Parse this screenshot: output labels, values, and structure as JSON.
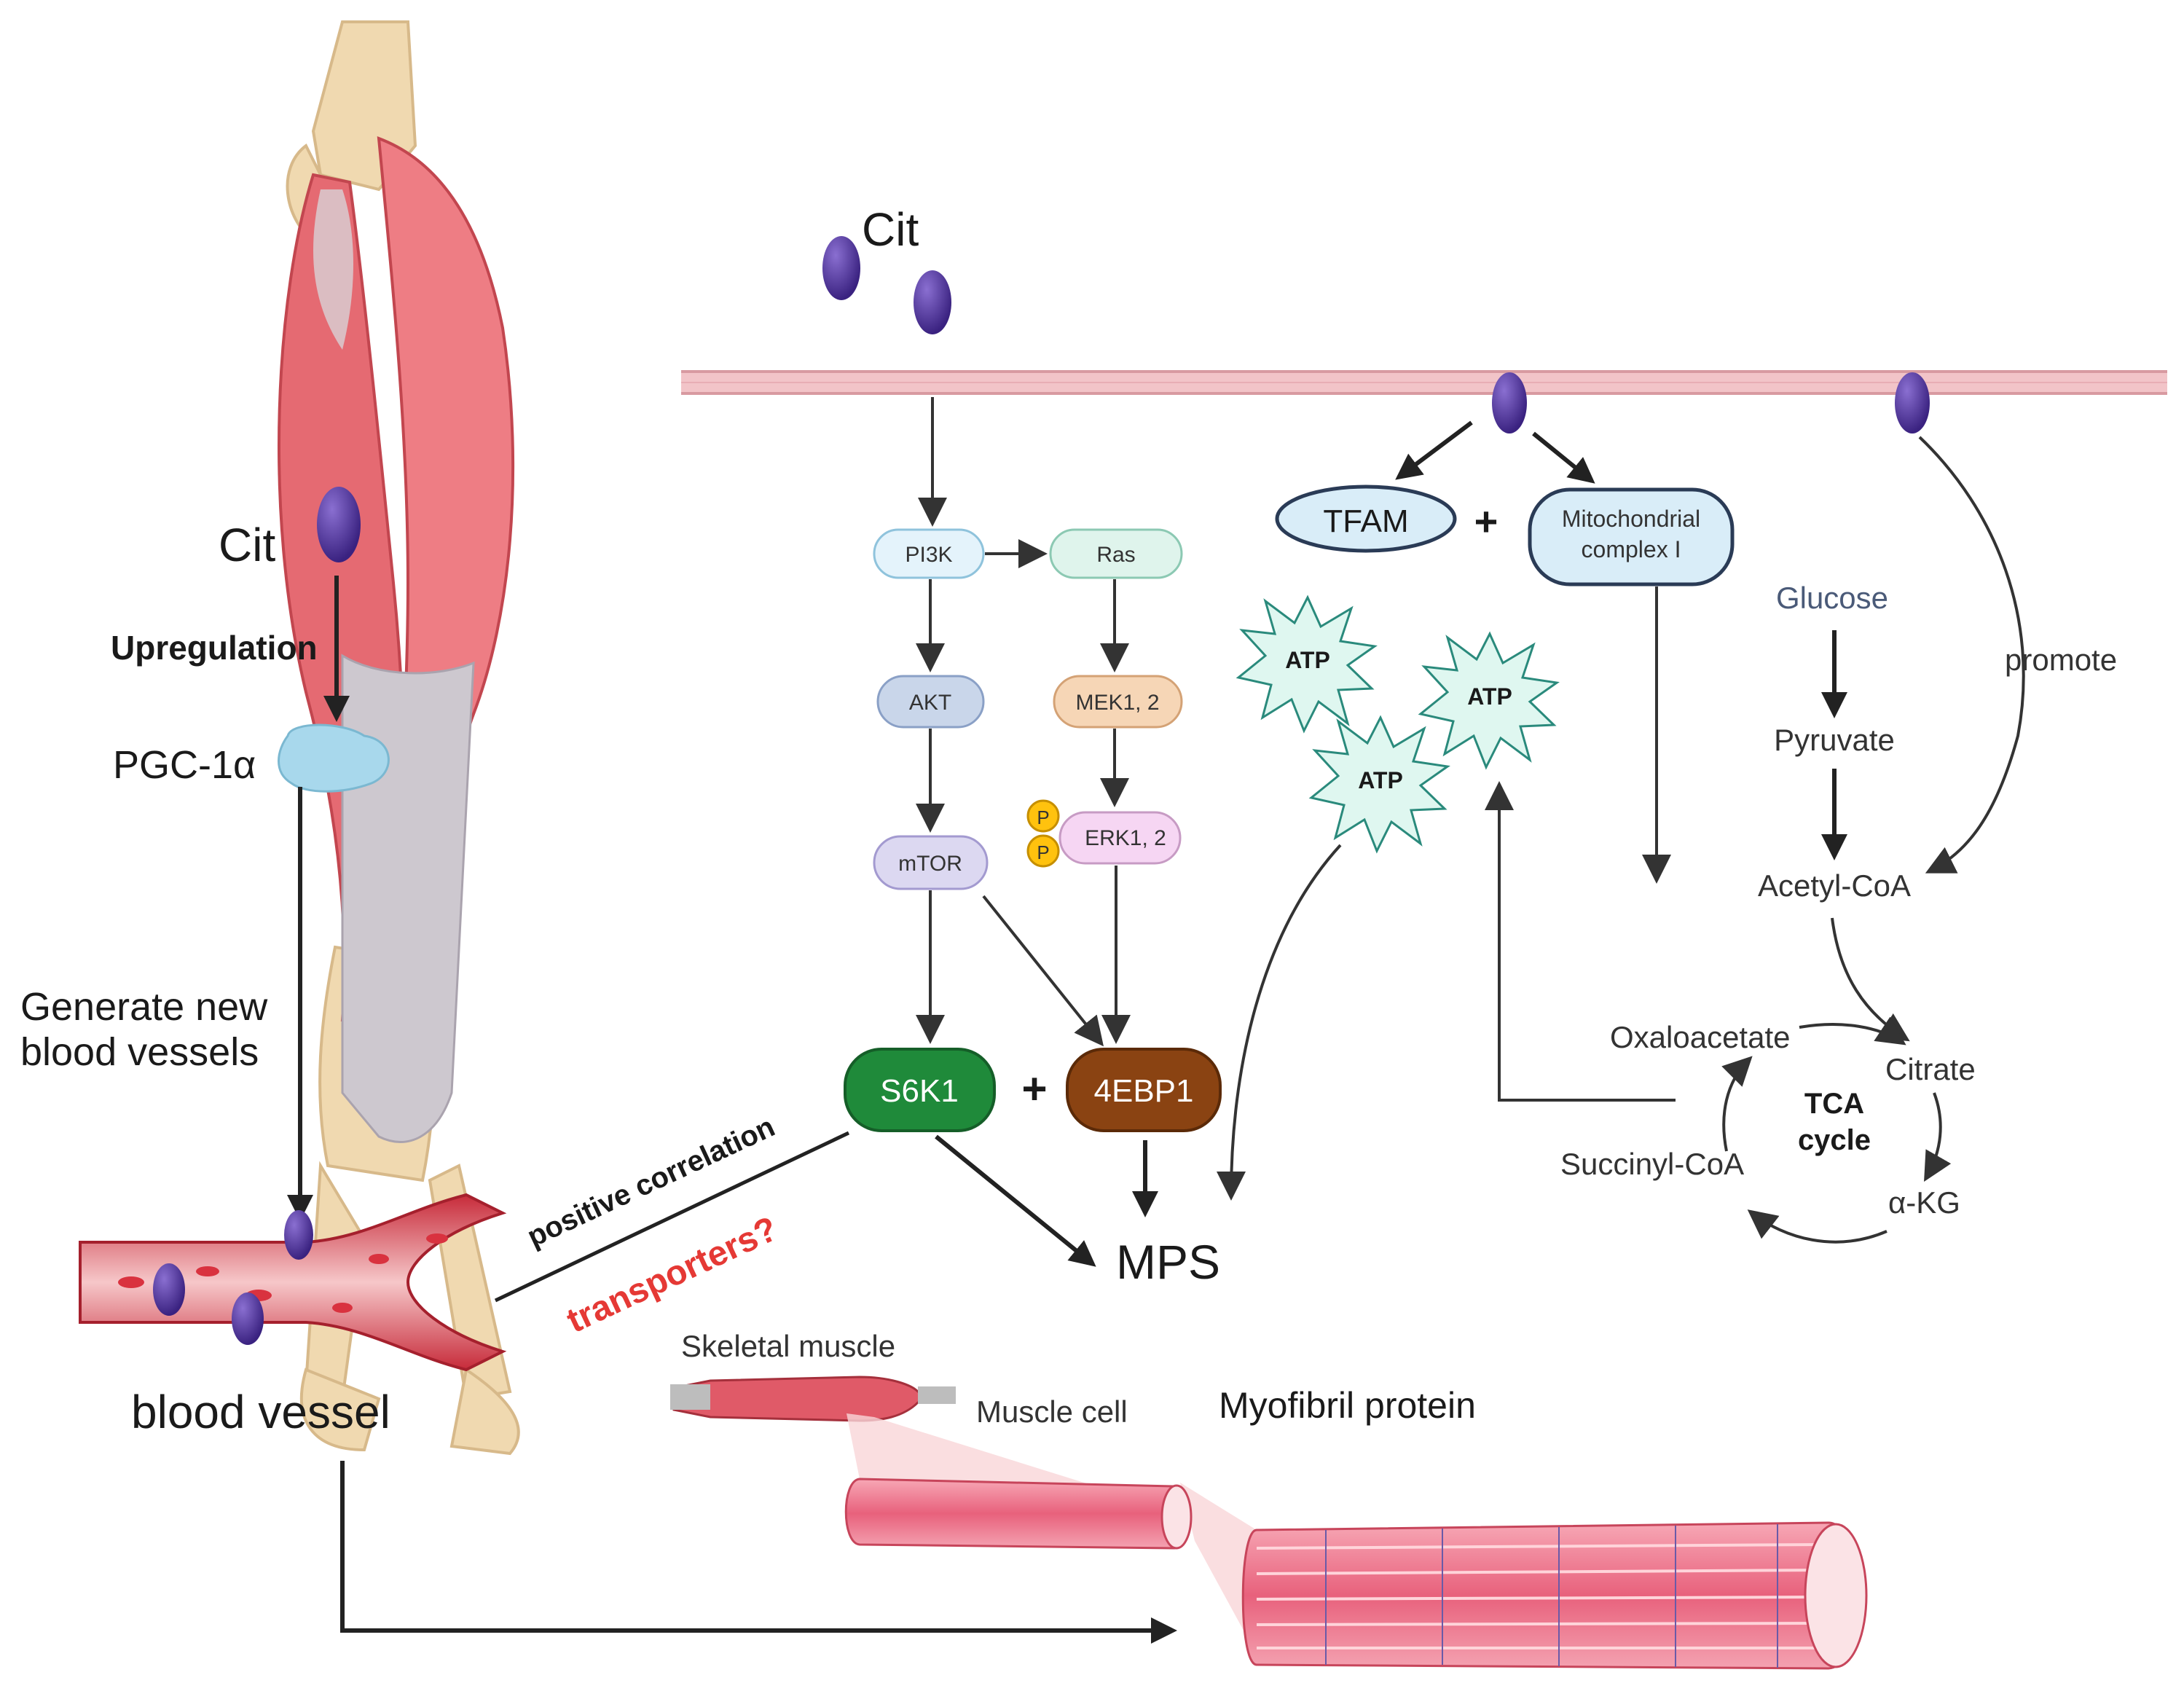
{
  "left_panel": {
    "cit_label": "Cit",
    "upregulation_label": "Upregulation",
    "pgc_label": "PGC-1α",
    "generate_line1": "Generate new",
    "generate_line2": "blood vessels",
    "blood_vessel_label": "blood vessel"
  },
  "top": {
    "cit_label": "Cit"
  },
  "pathway": {
    "pi3k": "PI3K",
    "ras": "Ras",
    "akt": "AKT",
    "mek": "MEK1, 2",
    "erk": "ERK1, 2",
    "phospho": "P",
    "mtor": "mTOR",
    "s6k1": "S6K1",
    "plus": "+",
    "ebp1": "4EBP1",
    "mps": "MPS",
    "positive_correlation": "positive correlation",
    "transporters": "transporters?"
  },
  "mito": {
    "tfam": "TFAM",
    "plus": "+",
    "complex_line1": "Mitochondrial",
    "complex_line2": "complex I",
    "atp": "ATP"
  },
  "metabolism": {
    "glucose": "Glucose",
    "pyruvate": "Pyruvate",
    "acetyl": "Acetyl-CoA",
    "promote": "promote",
    "oxaloacetate": "Oxaloacetate",
    "citrate": "Citrate",
    "tca_line1": "TCA",
    "tca_line2": "cycle",
    "akg": "α-KG",
    "succinyl": "Succinyl-CoA"
  },
  "muscle": {
    "skeletal": "Skeletal muscle",
    "cell": "Muscle cell",
    "myofibril": "Myofibril protein"
  },
  "colors": {
    "cit_molecule": "#4b2f8f",
    "membrane": "#f2c4c8",
    "s6k1": "#1f8a3a",
    "ebp1": "#8a4312",
    "transporters": "#e53935",
    "atp_fill": "#dff7f0",
    "atp_stroke": "#2a8a7c"
  }
}
